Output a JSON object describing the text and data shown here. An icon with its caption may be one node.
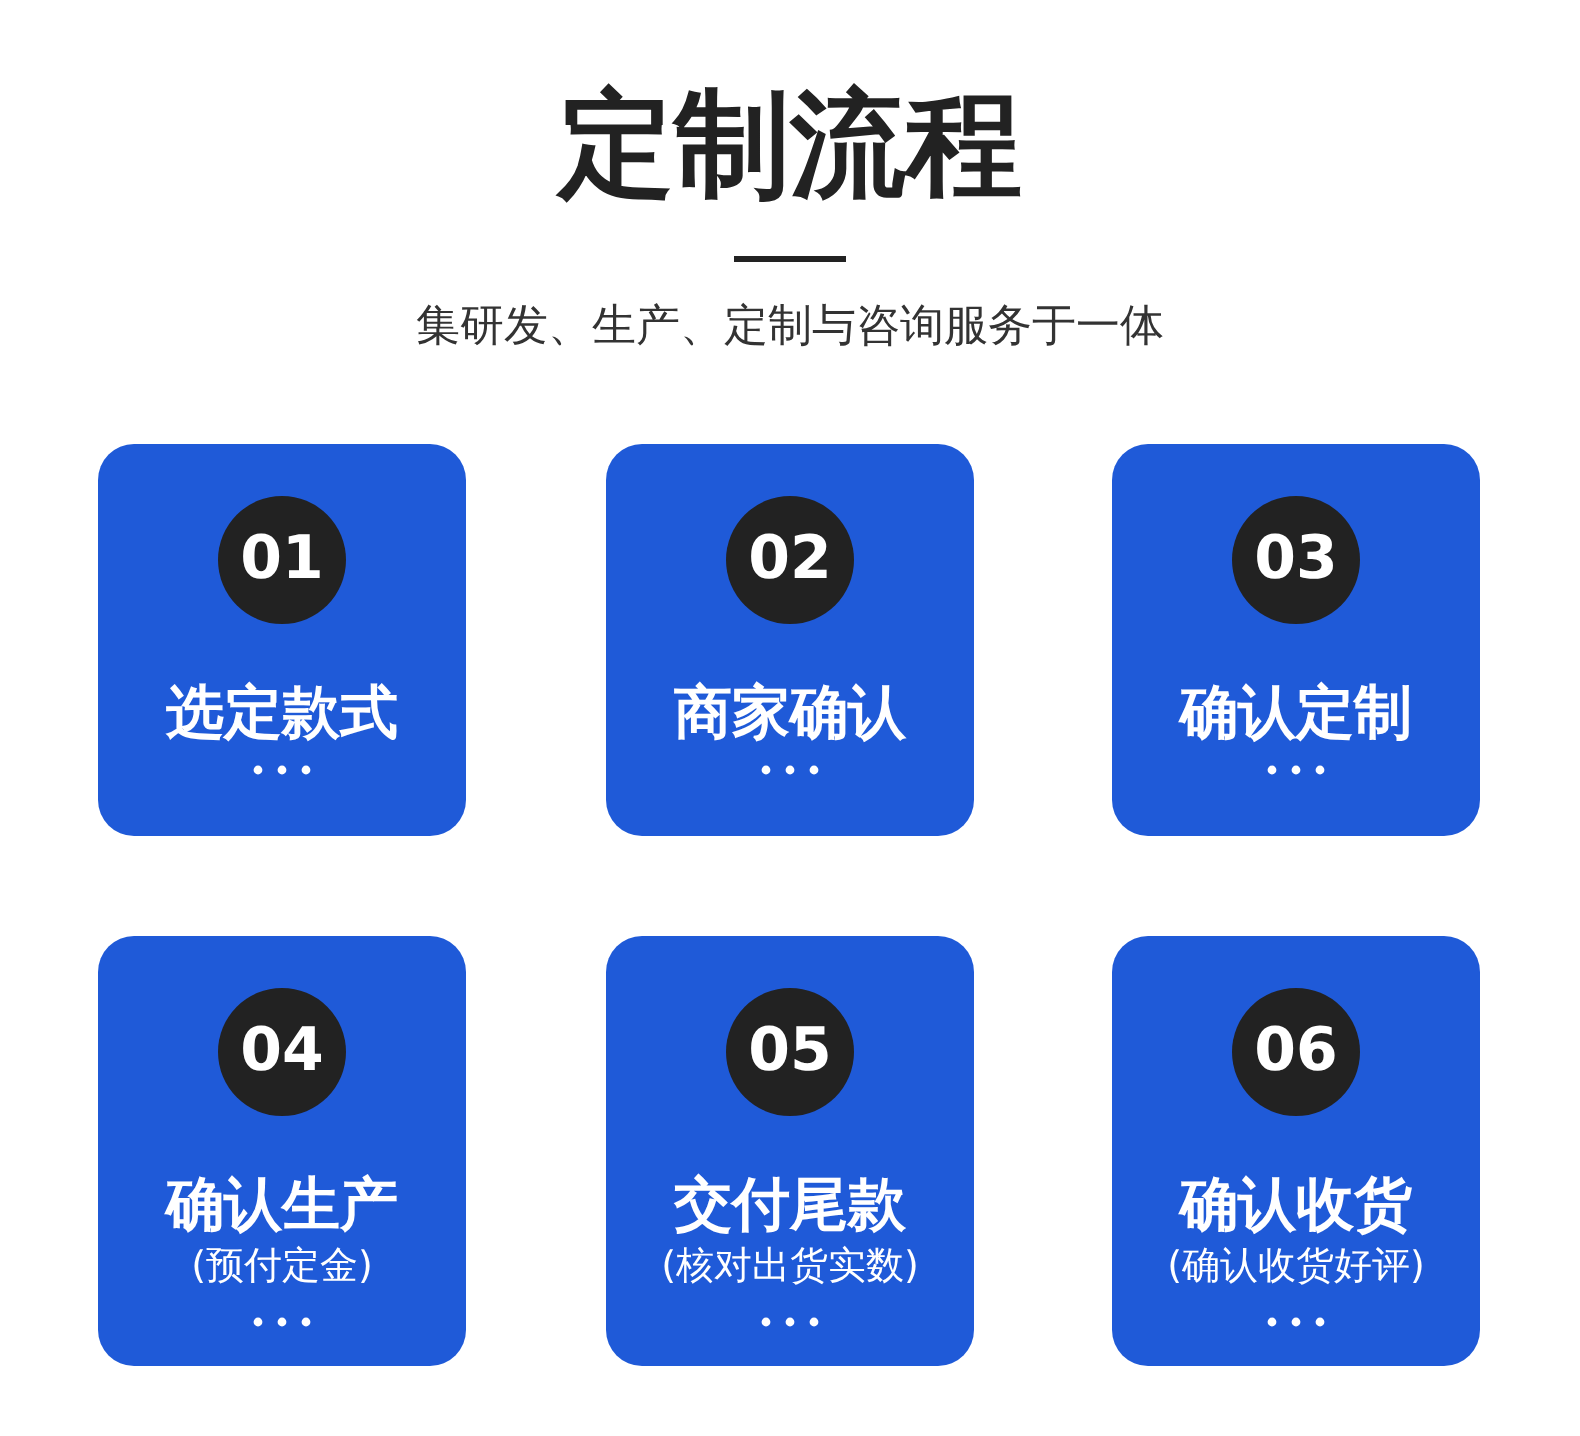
{
  "diagram": {
    "title": "定制流程",
    "nodes": [
      {
        "text": [
          "选定款式"
        ]
      },
      {
        "text": [
          "01"
        ],
        "in": 0
      },
      {
        "text": [
          "商家确认"
        ]
      },
      {
        "text": [
          "02"
        ],
        "in": 2
      },
      {
        "text": [
          "确认定制"
        ]
      },
      {
        "text": [
          "03"
        ],
        "in": 4
      },
      {
        "text": [
          "确认生产",
          "(预付定金)"
        ]
      },
      {
        "text": [
          "04"
        ],
        "in": 6
      },
      {
        "text": [
          "交付尾款",
          "(核对出货实数)"
        ]
      },
      {
        "text": [
          "05"
        ],
        "in": 8
      },
      {
        "text": [
          "确认收货",
          "(确认收货好评)"
        ]
      },
      {
        "text": [
          "06"
        ],
        "in": 10
      }
    ],
    "edges": [],
    "labels": [
      "集研发、生产、定制与咨询服务于一体"
    ]
  }
}
